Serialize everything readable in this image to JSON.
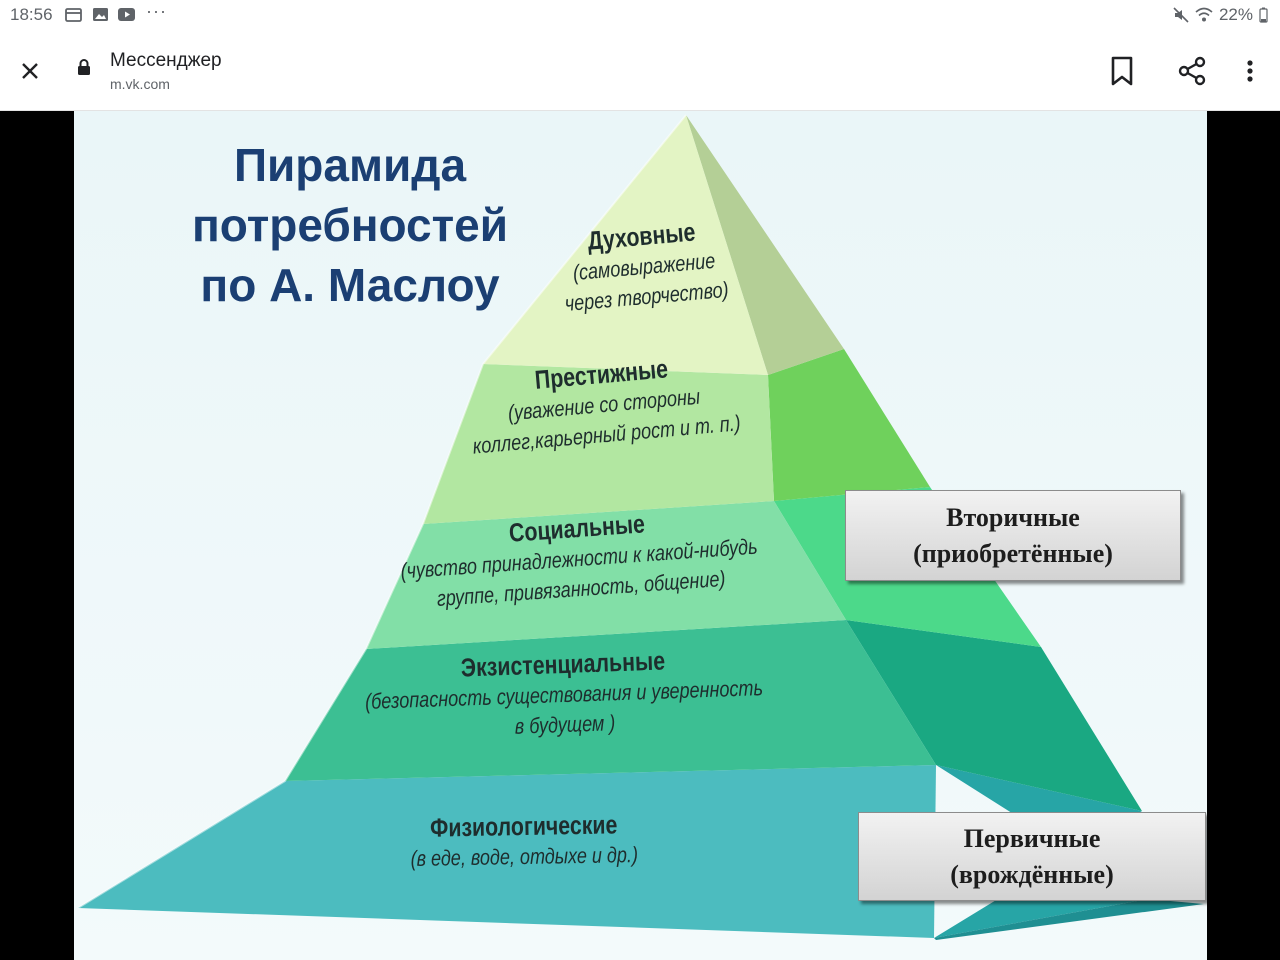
{
  "status_bar": {
    "time": "18:56",
    "left_icons": [
      "calendar-icon",
      "image-icon",
      "youtube-icon"
    ],
    "more": "···",
    "battery": "22%"
  },
  "toolbar": {
    "site_title": "Мессенджер",
    "site_url": "m.vk.com",
    "icons": [
      "close-icon",
      "lock-icon",
      "bookmark-icon",
      "share-icon",
      "more-vert-icon"
    ]
  },
  "diagram": {
    "title_lines": [
      "Пирамида",
      "потребностей",
      "по А. Маслоу"
    ],
    "levels": [
      {
        "heading": "Духовные",
        "desc": [
          "(самовыражение",
          "через творчество)"
        ]
      },
      {
        "heading": "Престижные",
        "desc": [
          "(уважение со стороны",
          "коллег,карьерный рост и т. п.)"
        ]
      },
      {
        "heading": "Социальные",
        "desc": [
          "(чувство принадлежности к какой-нибудь",
          "группе, привязанность, общение)"
        ]
      },
      {
        "heading": "Экзистенциальные",
        "desc": [
          "(безопасность существования и уверенность",
          "в будущем )"
        ]
      },
      {
        "heading": "Физиологические",
        "desc": [
          "(в еде, воде, отдыхе и др.)"
        ]
      }
    ],
    "groups": [
      {
        "lines": [
          "Вторичные",
          "(приобретённые)"
        ]
      },
      {
        "lines": [
          "Первичные",
          "(врождённые)"
        ]
      }
    ],
    "colors": {
      "title": "#1b3f73",
      "level_front": [
        "#e3f4c4",
        "#b2e7a1",
        "#82dfa7",
        "#3cbf93",
        "#4cbcbf"
      ],
      "level_side": [
        "#b4cf96",
        "#6fd15c",
        "#4cd98a",
        "#1aa882",
        "#27a5a6"
      ]
    }
  }
}
